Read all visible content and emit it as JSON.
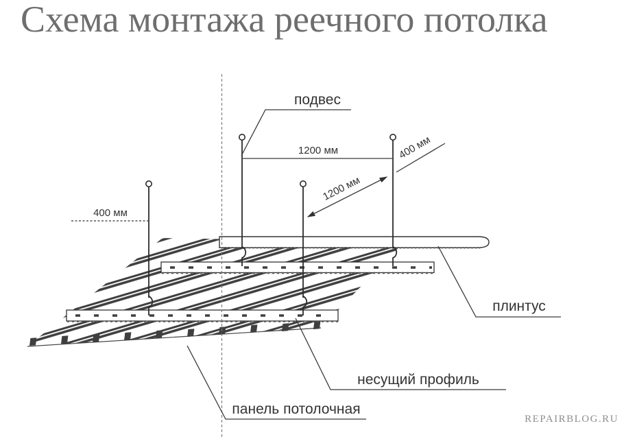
{
  "title": "Схема монтажа реечного потолка",
  "watermark": "REPAIRBLOG.RU",
  "labels": {
    "hanger": "подвес",
    "plinth": "плинтус",
    "carrier_profile": "несущий профиль",
    "ceiling_panel": "панель потолочная"
  },
  "dimensions": {
    "hanger_spacing_top": "1200 мм",
    "profile_spacing_diagonal": "1200 мм",
    "edge_offset_right": "400 мм",
    "edge_offset_left": "400 мм"
  },
  "colors": {
    "line": "#3a3a3a",
    "title": "#6e6e6e",
    "watermark": "#8e8e8e",
    "background": "#ffffff"
  }
}
